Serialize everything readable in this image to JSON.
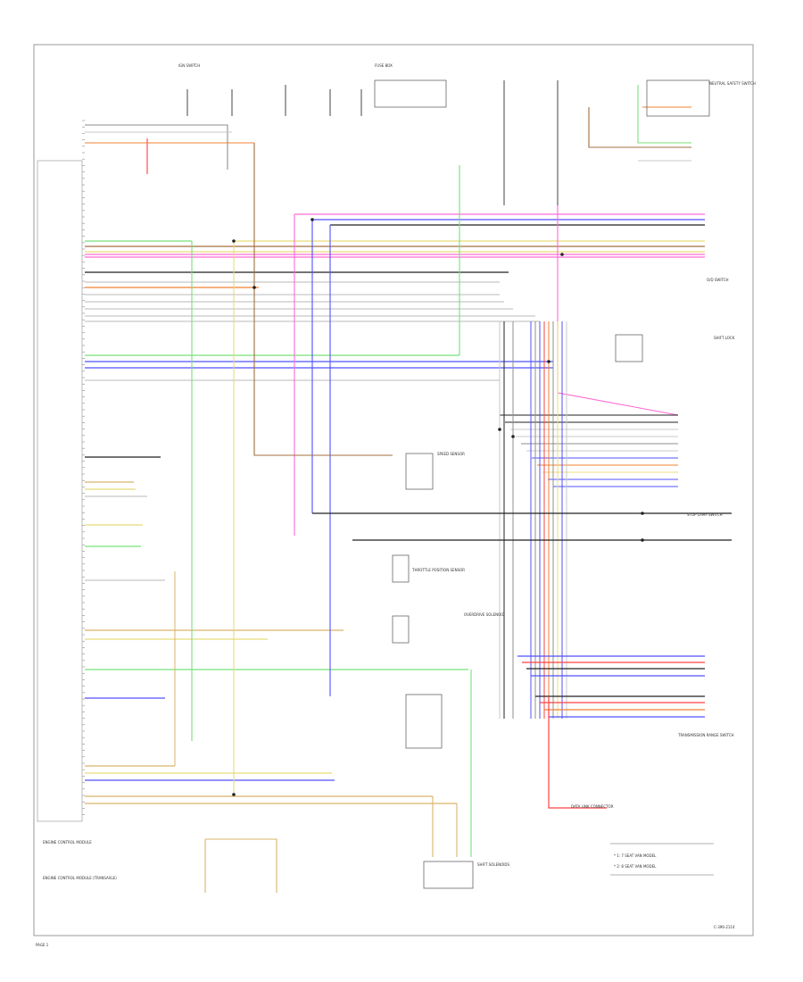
{
  "colors": {
    "border": "#9a9a9a",
    "wire_black": "#222222",
    "wire_white": "#c8c8c8",
    "wire_pink": "#ff6ad5",
    "wire_green": "#78e07a",
    "wire_yellow": "#e8dc78",
    "wire_blue": "#5050ff",
    "wire_red": "#ff4040",
    "wire_orange": "#f08030",
    "wire_brown": "#a07040",
    "wire_tan": "#d9b46a",
    "wire_gray": "#8f8f8f"
  },
  "labels": {
    "ecm_block": "ENGINE CONTROL MODULE",
    "ecm_side_note": "ENGINE CONTROL MODULE (TRANSAXLE)",
    "ign_switch": "IGN SWITCH",
    "fuse_box": "FUSE BOX",
    "neutral_safety": "NEUTRAL SAFETY SWITCH",
    "od_switch": "O/D SWITCH",
    "shift_lock": "SHIFT LOCK",
    "speed_sensor": "SPEED SENSOR",
    "throttle_sensor": "THROTTLE POSITION SENSOR",
    "stop_lamp": "STOP LAMP SWITCH",
    "overdrive_solenoid": "OVERDRIVE SOLENOID",
    "transmission_range": "TRANSMISSION RANGE SWITCH",
    "data_link": "DATA LINK CONNECTOR",
    "solenoid_block": "SHIFT SOLENOIDS",
    "legend_1": "* 1: 7 SEAT VAN MODEL",
    "legend_2": "* 2: 8 SEAT VAN MODEL",
    "corner_code": "C-396-2114",
    "page_ref": "PAGE 1"
  }
}
